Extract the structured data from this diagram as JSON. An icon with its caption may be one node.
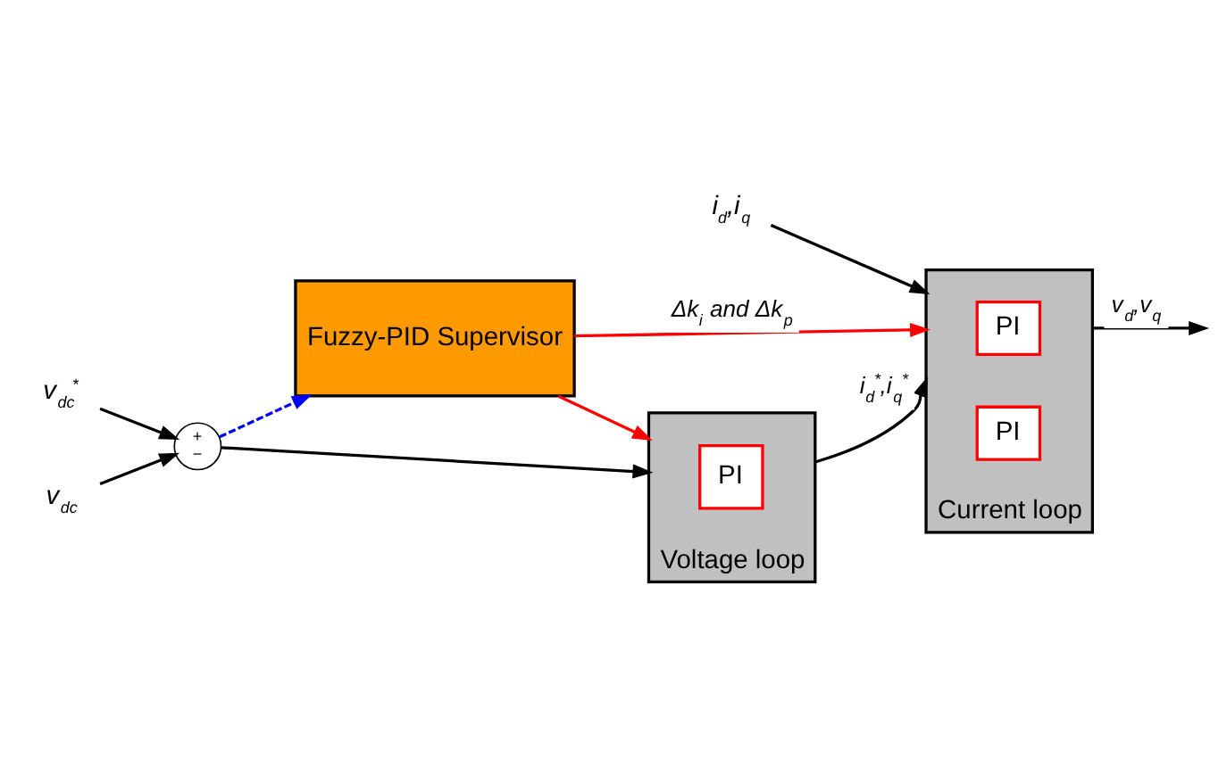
{
  "diagram": {
    "nodes": [
      {
        "text": [
          "Fuzzy-PID Supervisor"
        ]
      },
      {
        "text": [
          "Voltage loop"
        ]
      },
      {
        "text": [
          "PI"
        ],
        "in": 1
      },
      {
        "text": [
          "Current loop"
        ]
      },
      {
        "text": [
          "PI"
        ],
        "in": 3
      },
      {
        "text": [
          "PI"
        ],
        "in": 3
      },
      {
        "text": [
          "+",
          "−"
        ]
      },
      {
        "text": [
          "v$_{dc}$$^{*}$"
        ]
      },
      {
        "text": [
          "v$_{dc}$"
        ]
      },
      {
        "text": [
          "i$_{d}$,i$_{q}$"
        ]
      }
    ],
    "edges": [
      {
        "from": 7,
        "to": 6,
        "arrow": "to"
      },
      {
        "from": 8,
        "to": 6,
        "arrow": "to"
      },
      {
        "from": 6,
        "to": 1,
        "arrow": "to"
      },
      {
        "from": 6,
        "to": 0,
        "arrow": "to",
        "style": "dashed",
        "color": "#0000ff"
      },
      {
        "from": 0,
        "to": 1,
        "arrow": "to",
        "color": "#ff0000"
      },
      {
        "from": 0,
        "to": 3,
        "arrow": "to",
        "color": "#ff0000",
        "label": "Δk$_{i}$ and Δk$_{p}$"
      },
      {
        "from": 1,
        "to": 3,
        "arrow": "to",
        "label": "i$_{d}$$^{*}$,i$_{q}$$^{*}$"
      },
      {
        "from": 9,
        "to": 3,
        "arrow": "to"
      },
      {
        "from": 3,
        "to": null,
        "arrow": "to",
        "label": "v$_{d}$,v$_{q}$"
      }
    ]
  }
}
